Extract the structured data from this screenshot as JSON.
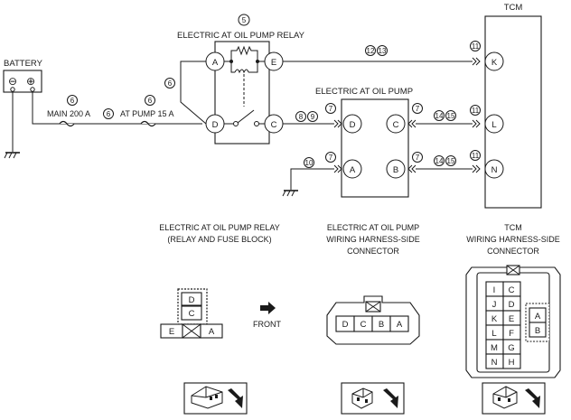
{
  "labels": {
    "battery": "BATTERY",
    "battery_minus": "⊖",
    "battery_plus": "⊕",
    "relay": "ELECTRIC AT OIL PUMP RELAY",
    "pump": "ELECTRIC AT OIL PUMP",
    "tcm": "TCM",
    "main_fuse": "MAIN 200 A",
    "pump_fuse": "AT PUMP 15 A",
    "front": "FRONT"
  },
  "circled_numbers": {
    "relay_ref": "5",
    "fuse_main": "6",
    "fuse_mid": "6",
    "fuse_pump": "6",
    "relay_side": "6",
    "wire_a_k_1": "12",
    "wire_a_k_2": "13",
    "wire_c_d_1": "8",
    "wire_c_d_2": "9",
    "pump_d": "7",
    "pump_c": "7",
    "pump_a": "7",
    "pump_b": "7",
    "ground_a": "10",
    "wire_c_l_1": "14",
    "wire_c_l_2": "15",
    "wire_b_n_1": "14",
    "wire_b_n_2": "15",
    "tcm_k": "11",
    "tcm_l": "11",
    "tcm_n": "11"
  },
  "terminals": {
    "relay": {
      "a": "A",
      "e": "E",
      "d": "D",
      "c": "C"
    },
    "pump": {
      "d": "D",
      "c": "C",
      "a": "A",
      "b": "B"
    },
    "tcm": {
      "k": "K",
      "l": "L",
      "n": "N"
    }
  },
  "connectors": {
    "relay": {
      "title1": "ELECTRIC AT OIL PUMP RELAY",
      "title2": "(RELAY AND FUSE BLOCK)",
      "pins": [
        "D",
        "C",
        "E",
        "A"
      ]
    },
    "pump": {
      "title1": "ELECTRIC AT OIL PUMP",
      "title2": "WIRING HARNESS-SIDE",
      "title3": "CONNECTOR",
      "pins": [
        "D",
        "C",
        "B",
        "A"
      ]
    },
    "tcm": {
      "title1": "TCM",
      "title2": "WIRING HARNESS-SIDE",
      "title3": "CONNECTOR",
      "left_pins": [
        "I",
        "J",
        "K",
        "L",
        "M",
        "N"
      ],
      "right_pins": [
        "C",
        "D",
        "E",
        "F",
        "G",
        "H"
      ],
      "side_pins": [
        "A",
        "B"
      ]
    }
  }
}
